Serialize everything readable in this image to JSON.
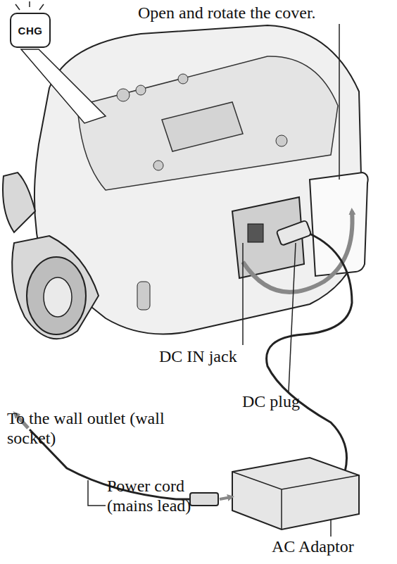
{
  "diagram": {
    "nodes": [
      {
        "text": [
          "CHG"
        ]
      }
    ],
    "labels": [
      "Open and rotate the cover.",
      "DC IN jack",
      "DC plug",
      "To the wall outlet (wall socket)",
      "Power cord (mains lead)",
      "AC Adaptor"
    ]
  }
}
